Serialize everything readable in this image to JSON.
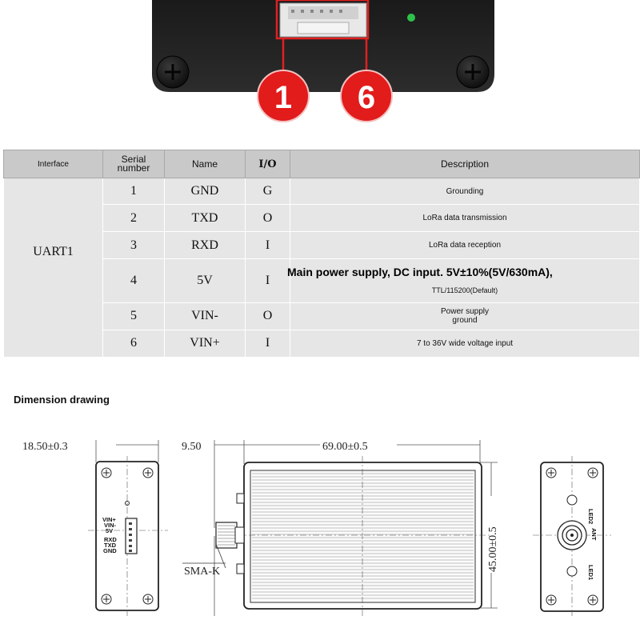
{
  "connector": {
    "callouts": [
      "1",
      "6"
    ]
  },
  "pin_table": {
    "headers": {
      "interface": "Interface",
      "serial": [
        "Serial",
        "number"
      ],
      "name": "Name",
      "io": "I/O",
      "description": "Description"
    },
    "interface_value": "UART1",
    "rows": [
      {
        "serial": "1",
        "name": "GND",
        "io": "G",
        "description": "Grounding"
      },
      {
        "serial": "2",
        "name": "TXD",
        "io": "O",
        "description": "LoRa data transmission"
      },
      {
        "serial": "3",
        "name": "RXD",
        "io": "I",
        "description": "LoRa data reception"
      },
      {
        "serial": "4",
        "name": "5V",
        "io": "I",
        "description": "Main power supply, DC input. 5V±10%(5V/630mA),",
        "description_sub": "TTL/115200(Default)"
      },
      {
        "serial": "5",
        "name": "VIN-",
        "io": "O",
        "description": [
          "Power supply",
          "ground"
        ]
      },
      {
        "serial": "6",
        "name": "VIN+",
        "io": "I",
        "description": "7 to 36V wide voltage input"
      }
    ]
  },
  "dimension_drawing": {
    "heading": "Dimension drawing",
    "dim_width_left": "18.50±0.3",
    "dim_offset": "9.50",
    "dim_length": "69.00±0.5",
    "dim_height": "45.00±0.5",
    "connector_label": "SMA-K",
    "side_pins": [
      "VIN+",
      "VIN-",
      "5V",
      "RXD",
      "TXD",
      "GND"
    ],
    "end_labels": {
      "led2": "LED2",
      "ant": "ANT",
      "led1": "LED1"
    }
  }
}
